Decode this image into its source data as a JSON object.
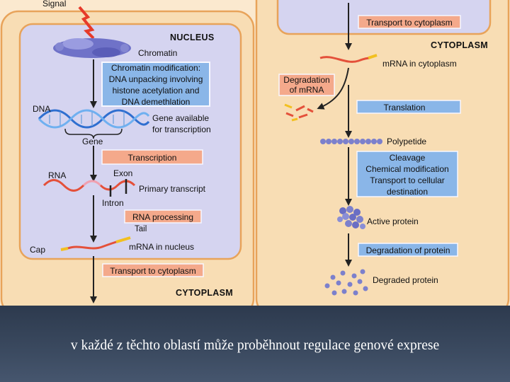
{
  "colors": {
    "cell_fill": "#f8ddb4",
    "cell_border": "#e8a35a",
    "nucleus_fill": "#d5d4f0",
    "step_box_fill": "#f4a98b",
    "blue_box_fill": "#8ab6e8",
    "caption_bg": "#3b4a60",
    "arrow": "#222222"
  },
  "left": {
    "signal": "Signal",
    "nucleus_header": "NUCLEUS",
    "chromatin": "Chromatin",
    "chromatin_box": [
      "Chromatin modification:",
      "DNA unpacking involving",
      "histone acetylation and",
      "DNA demethlation"
    ],
    "dna": "DNA",
    "gene_available": [
      "Gene available",
      "for transcription"
    ],
    "gene": "Gene",
    "transcription": "Transcription",
    "rna": "RNA",
    "exon": "Exon",
    "primary_transcript": "Primary transcript",
    "intron": "Intron",
    "rna_processing": "RNA processing",
    "tail": "Tail",
    "cap": "Cap",
    "mrna_nucleus": "mRNA in nucleus",
    "transport": "Transport to cytoplasm",
    "cytoplasm_header": "CYTOPLASM"
  },
  "right": {
    "transport": "Transport to cytoplasm",
    "cytoplasm_header": "CYTOPLASM",
    "mrna_cytoplasm": "mRNA in cytoplasm",
    "degradation_mrna": [
      "Degradation",
      "of mRNA"
    ],
    "translation": "Translation",
    "polypeptide": "Polypetide",
    "cleavage_box": [
      "Cleavage",
      "Chemical modification",
      "Transport to cellular",
      "destination"
    ],
    "active_protein": "Active protein",
    "degradation_protein": "Degradation of protein",
    "degraded_protein": "Degraded protein"
  },
  "caption": "v každé z těchto oblastí může proběhnout regulace genové exprese"
}
